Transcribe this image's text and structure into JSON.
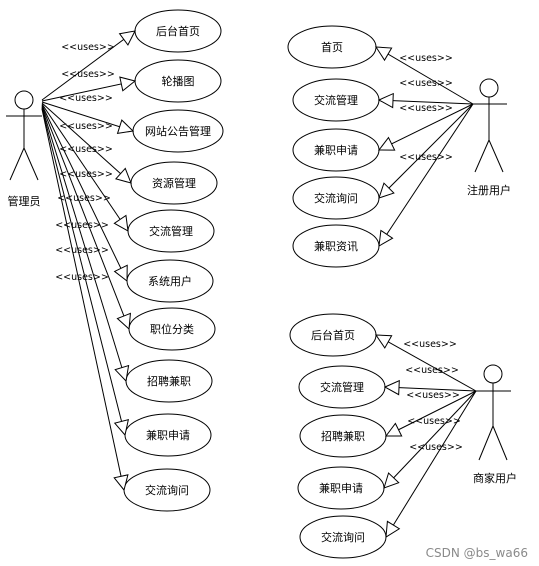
{
  "stereotype": "<<uses>>",
  "watermark": "CSDN @bs_wa66",
  "actors": {
    "admin": "管理员",
    "registered": "注册用户",
    "merchant": "商家用户"
  },
  "admin_use_cases": [
    "后台首页",
    "轮播图",
    "网站公告管理",
    "资源管理",
    "交流管理",
    "系统用户",
    "职位分类",
    "招聘兼职",
    "兼职申请",
    "交流询问"
  ],
  "registered_use_cases": [
    "首页",
    "交流管理",
    "兼职申请",
    "交流询问",
    "兼职资讯"
  ],
  "merchant_use_cases": [
    "后台首页",
    "交流管理",
    "招聘兼职",
    "兼职申请",
    "交流询问"
  ]
}
